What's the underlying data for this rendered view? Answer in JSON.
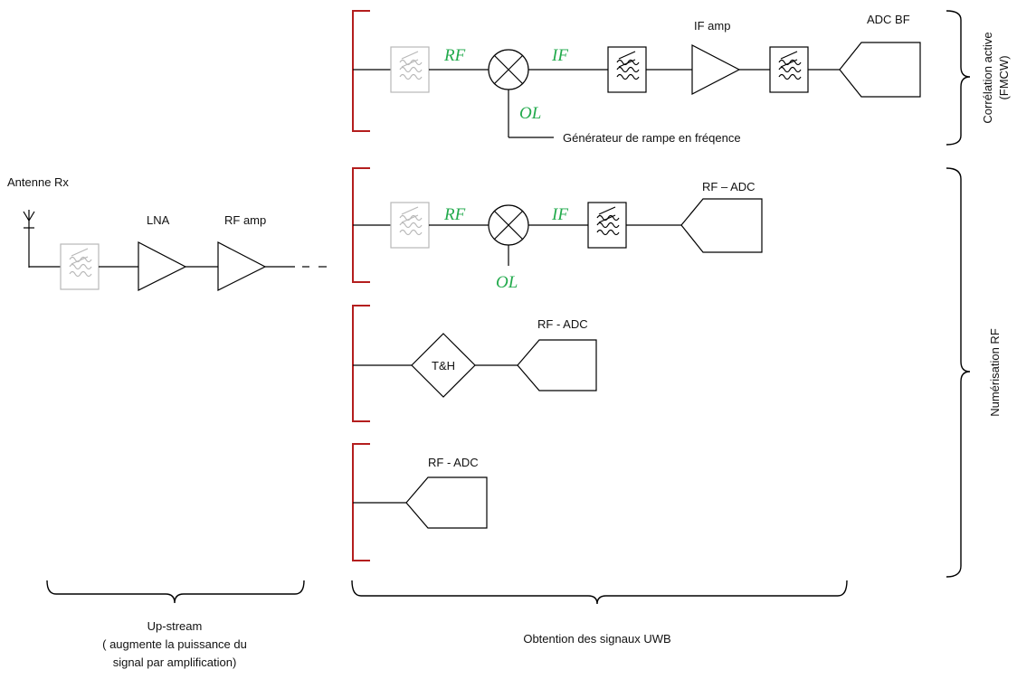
{
  "labels": {
    "antenna": "Antenne Rx",
    "lna": "LNA",
    "rf_amp": "RF amp",
    "if_amp": "IF amp",
    "adc_bf": "ADC BF",
    "ramp_generator": "Générateur de rampe en fréqence",
    "rf_adc_1": "RF – ADC",
    "rf_adc_2": "RF - ADC",
    "rf_adc_3": "RF - ADC",
    "track_hold": "T&H"
  },
  "signals": {
    "rf": "RF",
    "if": "IF",
    "ol": "OL"
  },
  "groups": {
    "active_correlation_line1": "Corrélation active",
    "active_correlation_line2": "(FMCW)",
    "rf_digitization": "Numérisation RF",
    "upstream_line1": "Up-stream",
    "upstream_line2": "( augmente la puissance du",
    "upstream_line3": "signal par amplification)",
    "uwb_signals": "Obtention des signaux UWB"
  },
  "colors": {
    "signal_label": "#22aa4c",
    "bracket": "#b41e1e",
    "disabled_filter": "#b8b8b8"
  }
}
